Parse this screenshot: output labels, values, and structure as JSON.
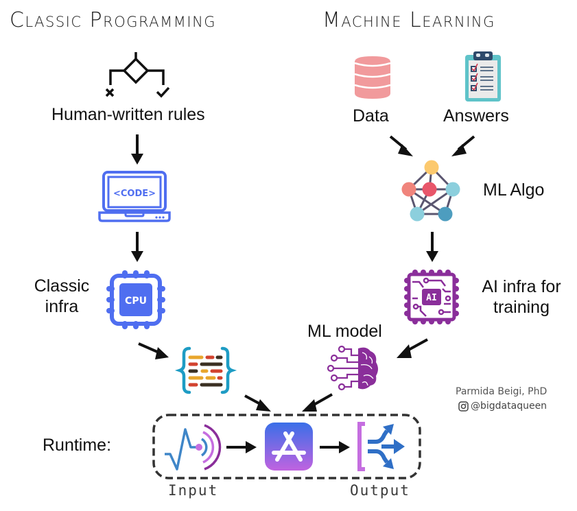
{
  "titles": {
    "classic": "Classic Programming",
    "ml": "Machine Learning"
  },
  "classic": {
    "rules_label": "Human-written rules",
    "code_text": "<CODE>",
    "cpu_text": "CPU",
    "infra_label_line1": "Classic",
    "infra_label_line2": "infra"
  },
  "ml": {
    "data_label": "Data",
    "answers_label": "Answers",
    "algo_label": "ML Algo",
    "ai_text": "AI",
    "infra_label_line1": "AI infra for",
    "infra_label_line2": "training",
    "model_label": "ML model"
  },
  "runtime": {
    "label": "Runtime:",
    "input_label": "Input",
    "output_label": "Output"
  },
  "credit": {
    "name": "Parmida Beigi, PhD",
    "handle": "@bigdataqueen"
  },
  "colors": {
    "classic_blue": "#4f6ef0",
    "ai_purple": "#8a2e9a",
    "data_pink": "#f19a9c",
    "clipboard_teal": "#5fc3c9",
    "brace_teal": "#1e9cc4"
  }
}
